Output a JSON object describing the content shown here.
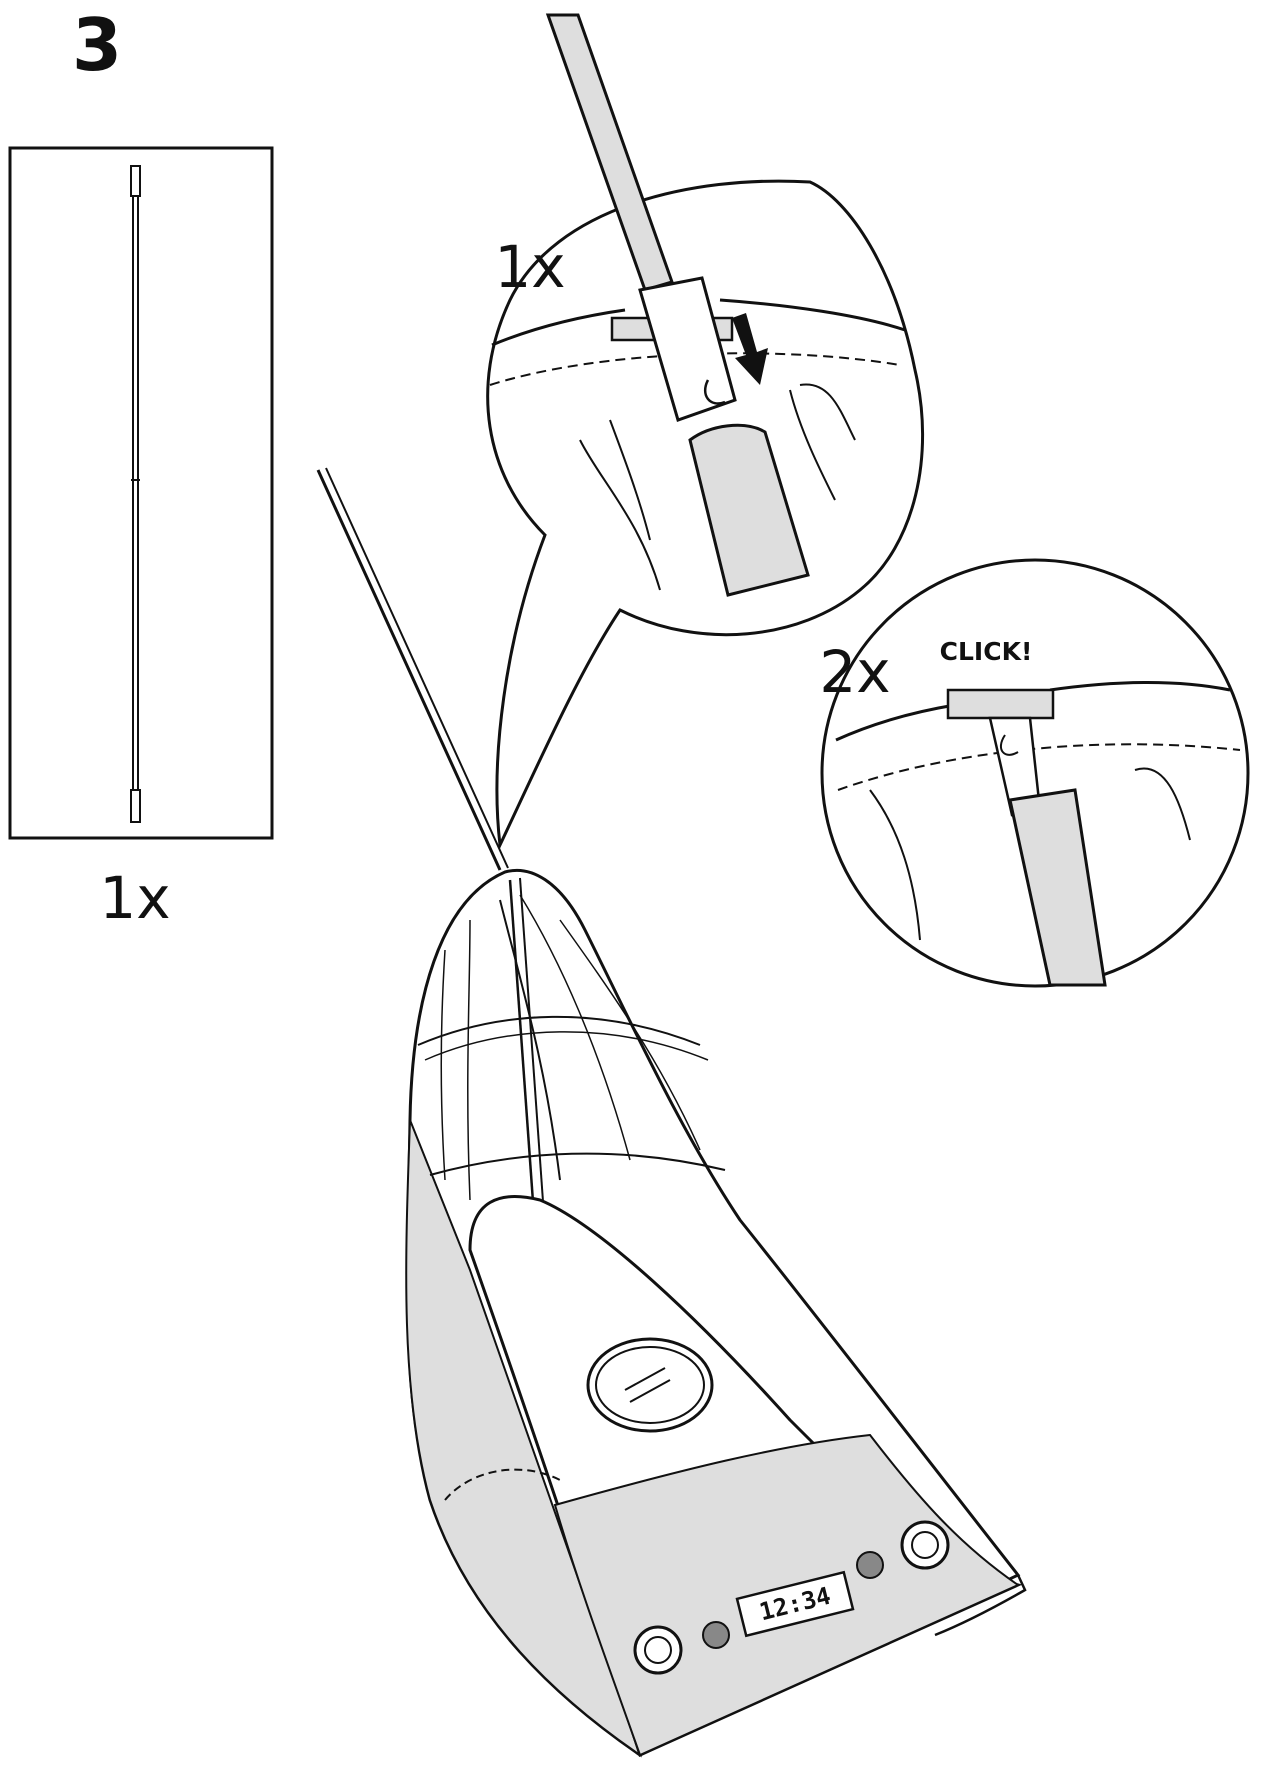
{
  "step": {
    "number": "3"
  },
  "parts_box": {
    "part_icon": "pole-icon",
    "quantity": "1x"
  },
  "detail_1": {
    "quantity": "1x",
    "arrow_icon": "arrow-down-icon"
  },
  "detail_2": {
    "quantity": "2x",
    "sound_text": "CLICK!"
  },
  "product": {
    "badge_text": "12:34"
  },
  "colors": {
    "line": "#111111",
    "fill_grey": "#dedede",
    "background": "#ffffff"
  }
}
